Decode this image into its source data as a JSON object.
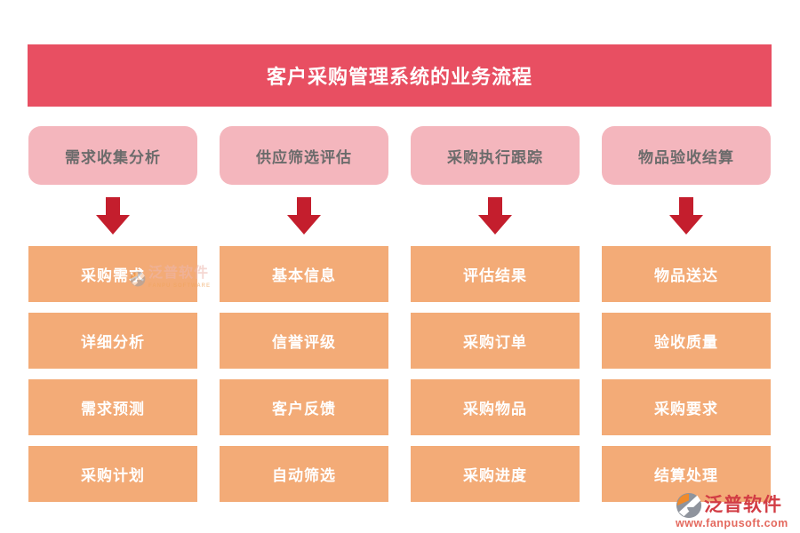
{
  "banner": {
    "title": "客户采购管理系统的业务流程"
  },
  "flow": {
    "columns": [
      {
        "header": "需求收集分析",
        "items": [
          "采购需求",
          "详细分析",
          "需求预测",
          "采购计划"
        ]
      },
      {
        "header": "供应筛选评估",
        "items": [
          "基本信息",
          "信誉评级",
          "客户反馈",
          "自动筛选"
        ]
      },
      {
        "header": "采购执行跟踪",
        "items": [
          "评估结果",
          "采购订单",
          "采购物品",
          "采购进度"
        ]
      },
      {
        "header": "物品验收结算",
        "items": [
          "物品送达",
          "验收质量",
          "采购要求",
          "结算处理"
        ]
      }
    ]
  },
  "watermark": {
    "name": "泛普软件",
    "subtitle": "FANPU SOFTWARE"
  },
  "footer_logo": {
    "name": "泛普软件",
    "url": "www.fanpusoft.com"
  },
  "colors": {
    "banner_bg": "#e84f62",
    "header_box_bg": "#f4b6bd",
    "header_text": "#6b6b6b",
    "arrow": "#c41e2d",
    "flow_box_bg": "#f3ab77",
    "flow_box_text": "#ffffff",
    "logo_name": "#d23c44",
    "logo_url": "#e4695e"
  }
}
